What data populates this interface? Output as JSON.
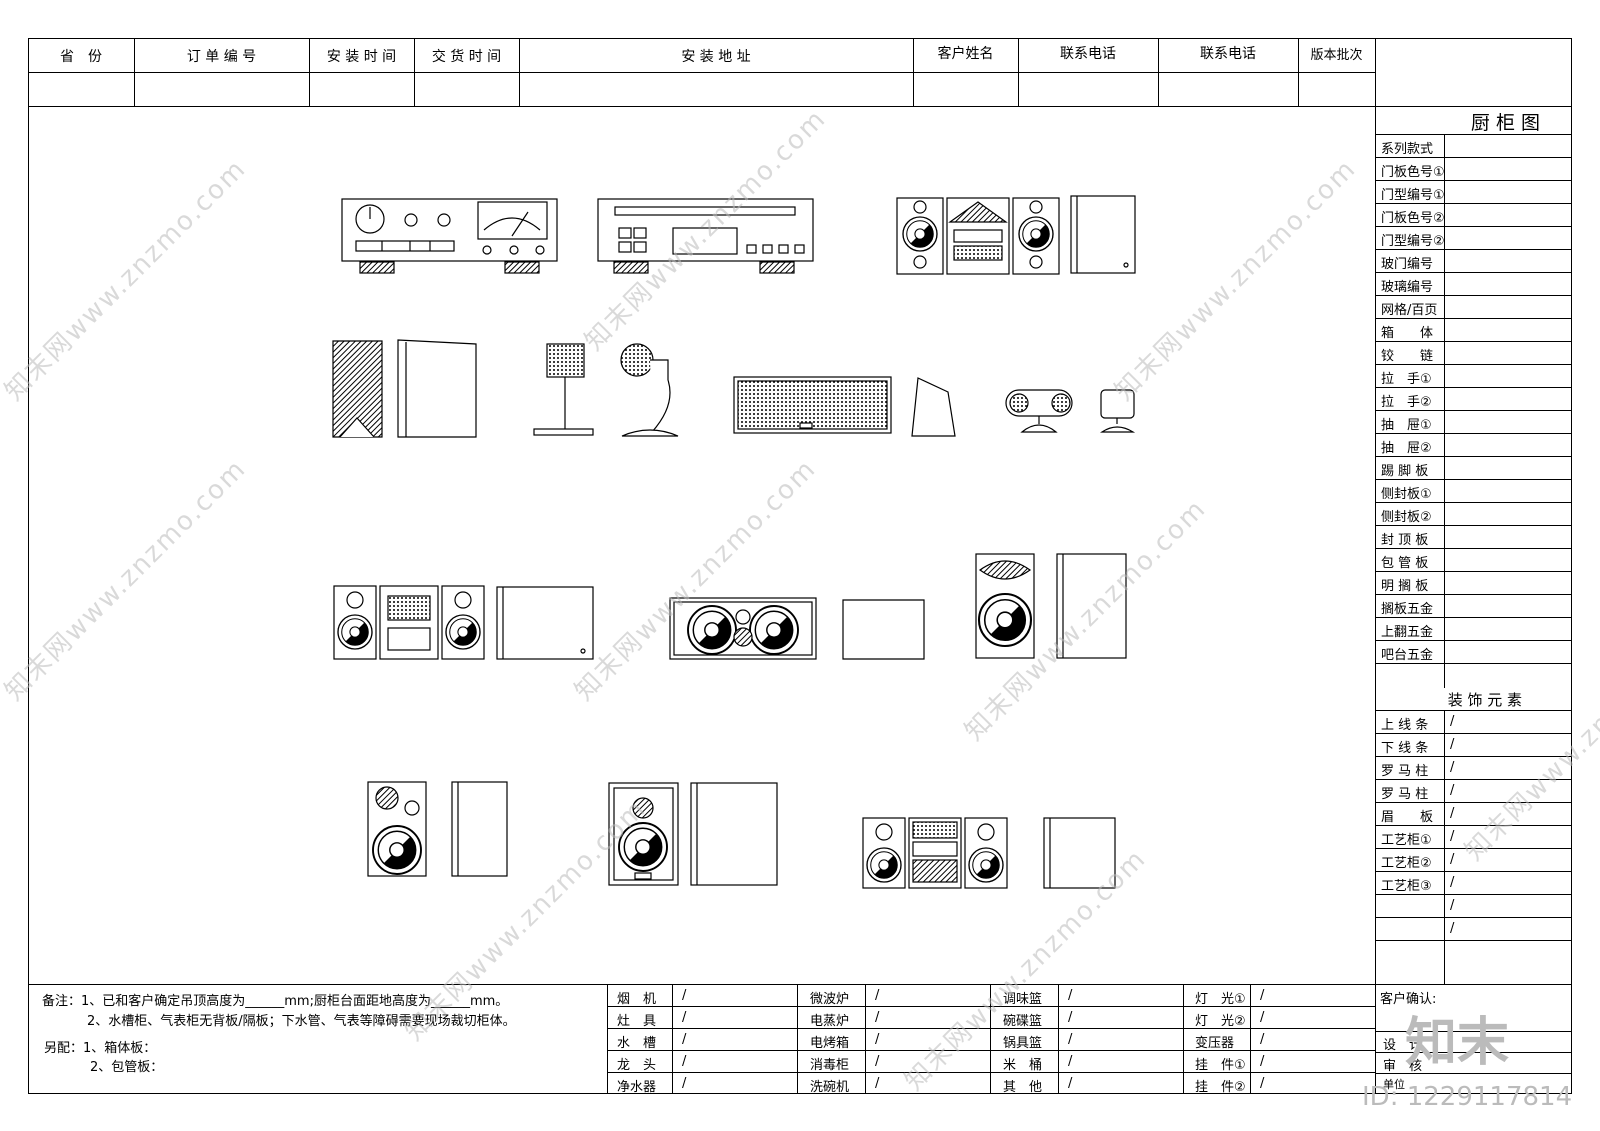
{
  "header": {
    "columns": [
      "省　份",
      "订 单 编 号",
      "安 装 时 间",
      "交 货 时 间",
      "安 装 地 址",
      "客户姓名",
      "联系电话",
      "联系电话",
      "版本批次"
    ]
  },
  "side_panel": {
    "title": "厨 柜 图",
    "rows": [
      "系列款式",
      "门板色号①",
      "门型编号①",
      "门板色号②",
      "门型编号②",
      "玻门编号",
      "玻璃编号",
      "网格/百页",
      "箱　　体",
      "铰　　链",
      "拉　手①",
      "拉　手②",
      "抽　屉①",
      "抽　屉②",
      "踢 脚 板",
      "侧封板①",
      "侧封板②",
      "封 顶 板",
      "包 管 板",
      "明 搁 板",
      "搁板五金",
      "上翻五金",
      "吧台五金"
    ],
    "deco_title": "装 饰 元 素",
    "deco_rows": [
      "上 线 条",
      "下 线 条",
      "罗 马 柱",
      "罗 马 柱",
      "眉　　板",
      "工艺柜①",
      "工艺柜②",
      "工艺柜③",
      "",
      ""
    ],
    "slash": "/",
    "confirm_label": "客户确认:",
    "design_label": "设　计",
    "review_label": "审　核",
    "unit_label": "单位"
  },
  "notes": {
    "line1": "备注：1、已和客户确定吊顶高度为______mm;厨柜台面距地高度为______mm。",
    "line2": "2、水槽柜、气表柜无背板/隔板；下水管、气表等障碍需要现场裁切柜体。",
    "line3": "另配：1、箱体板：",
    "line4": "2、包管板："
  },
  "appliances": {
    "col1": [
      "烟　机",
      "灶　具",
      "水　槽",
      "龙　头",
      "净水器"
    ],
    "col2": [
      "微波炉",
      "电蒸炉",
      "电烤箱",
      "消毒柜",
      "洗碗机"
    ],
    "col3": [
      "调味篮",
      "碗碟篮",
      "锅具篮",
      "米　桶",
      "其　他"
    ],
    "col4": [
      "灯　光①",
      "灯　光②",
      "变压器",
      "挂　件①",
      "挂　件②"
    ],
    "slash": "/"
  },
  "watermarks": {
    "site": "知末网www.znzmo.com",
    "logo": "知末",
    "id": "ID: 1229117814"
  }
}
